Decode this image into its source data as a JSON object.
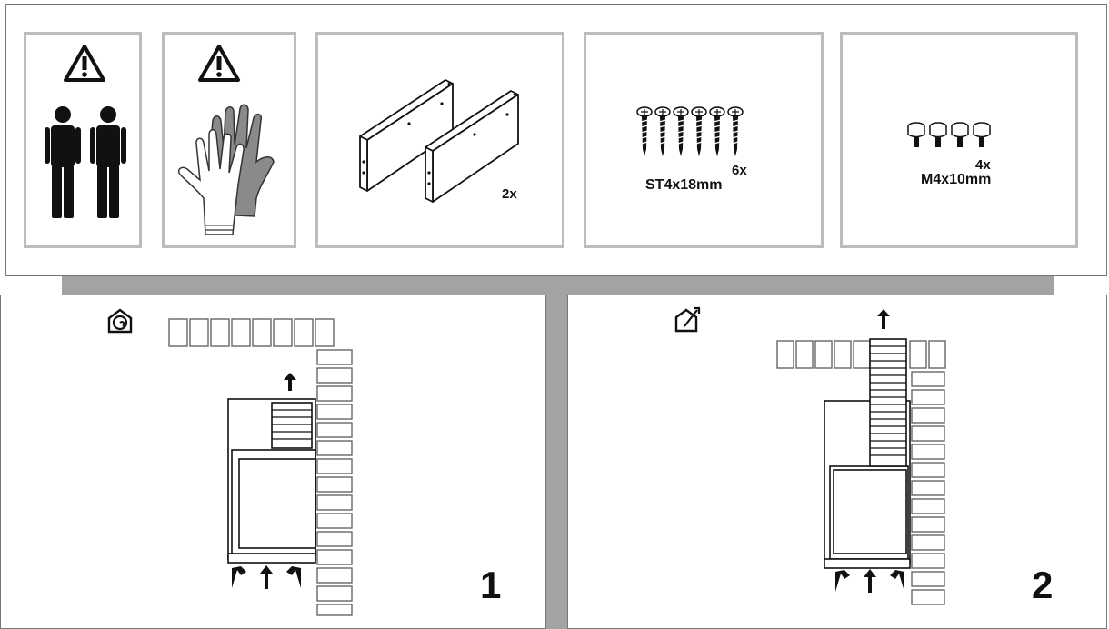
{
  "icons": {
    "warning": "warning-triangle-icon",
    "two_persons": "two-persons-icon",
    "gloves": "gloves-icon",
    "indoor": "indoor-house-icon",
    "outdoor": "outdoor-house-icon",
    "arrow": "arrow-icon"
  },
  "parts": {
    "boards": {
      "qty": "2x"
    },
    "screws": {
      "qty": "6x",
      "spec": "ST4x18mm"
    },
    "bolts": {
      "qty": "4x",
      "spec": "M4x10mm"
    }
  },
  "steps": {
    "one": "1",
    "two": "2"
  },
  "colors": {
    "frame": "#777777",
    "tile_border": "#bdbdbd",
    "band": "#a3a3a3",
    "ink": "#111111"
  }
}
